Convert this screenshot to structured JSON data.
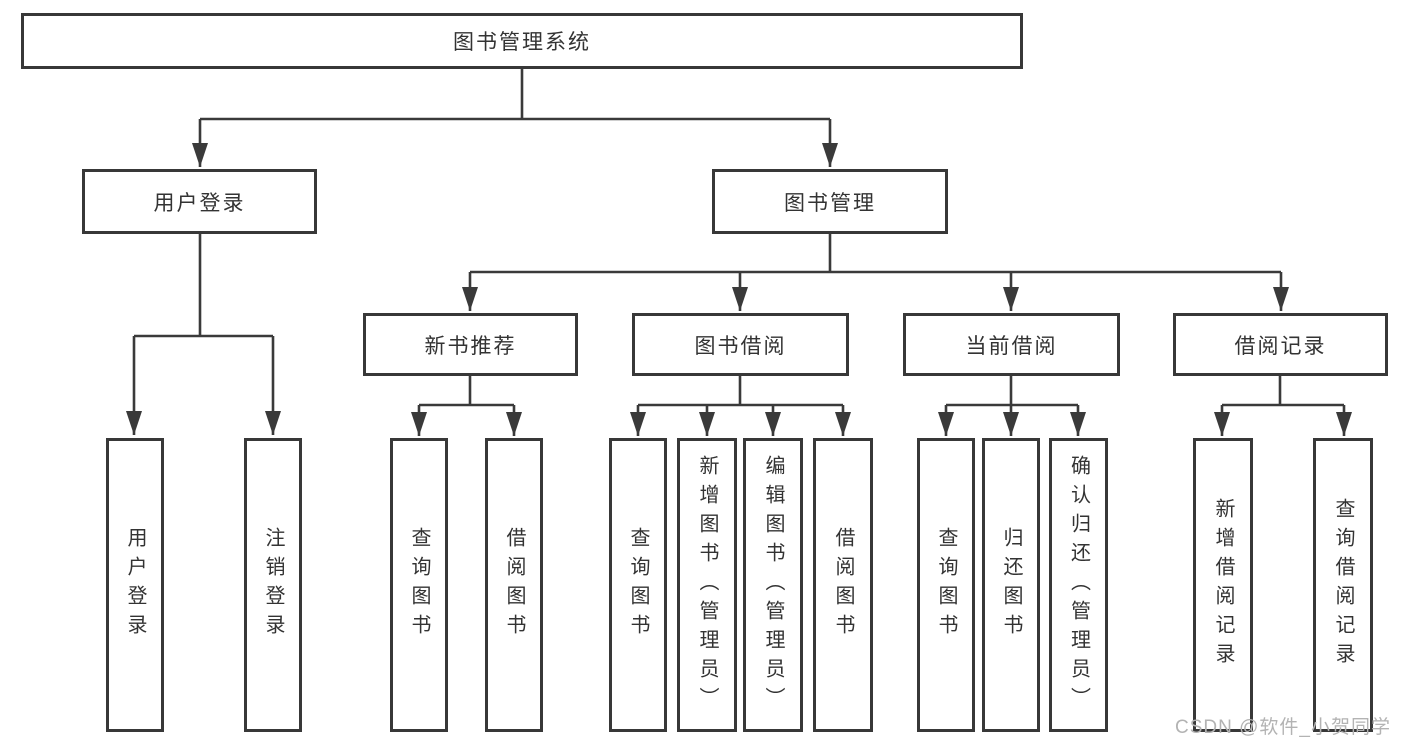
{
  "diagram_type": "hierarchy-tree",
  "tree": {
    "label": "图书管理系统",
    "children": [
      {
        "label": "用户登录",
        "children": [
          {
            "label": "用户登录"
          },
          {
            "label": "注销登录"
          }
        ]
      },
      {
        "label": "图书管理",
        "children": [
          {
            "label": "新书推荐",
            "children": [
              {
                "label": "查询图书"
              },
              {
                "label": "借阅图书"
              }
            ]
          },
          {
            "label": "图书借阅",
            "children": [
              {
                "label": "查询图书"
              },
              {
                "label": "新增图书（管理员）"
              },
              {
                "label": "编辑图书（管理员）"
              },
              {
                "label": "借阅图书"
              }
            ]
          },
          {
            "label": "当前借阅",
            "children": [
              {
                "label": "查询图书"
              },
              {
                "label": "归还图书"
              },
              {
                "label": "确认归还（管理员）"
              }
            ]
          },
          {
            "label": "借阅记录",
            "children": [
              {
                "label": "新增借阅记录"
              },
              {
                "label": "查询借阅记录"
              }
            ]
          }
        ]
      }
    ]
  },
  "watermark": {
    "text": "CSDN @软件_小贺同学"
  },
  "colors": {
    "line": "#3a3a3a",
    "box_border": "#383838",
    "text": "#333333",
    "watermark": "#b3b3b3",
    "background": "#ffffff"
  }
}
